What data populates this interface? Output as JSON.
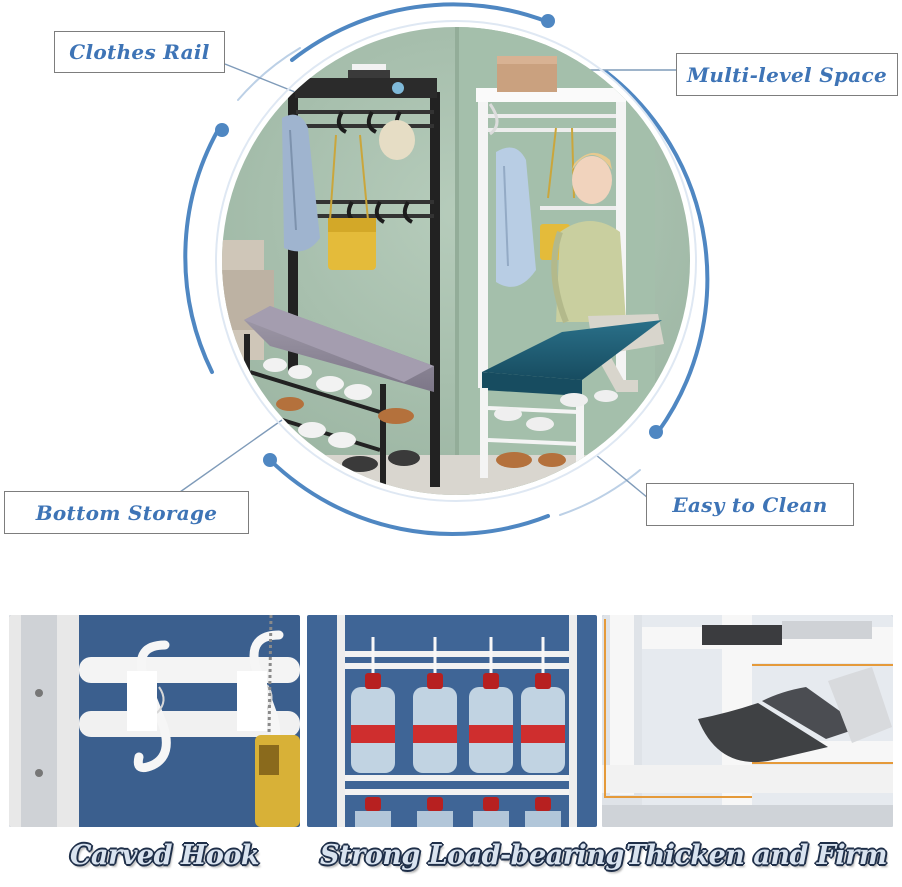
{
  "callouts": {
    "clothes_rail": "Clothes Rail",
    "multi_level_space": "Multi-level Space",
    "bottom_storage": "Bottom Storage",
    "easy_to_clean": "Easy to Clean"
  },
  "features": [
    {
      "caption": "Carved Hook"
    },
    {
      "caption": "Strong Load-bearing"
    },
    {
      "caption": "Thicken and Firm"
    }
  ],
  "colors": {
    "accent_blue": "#4f87c2",
    "label_text": "#3e74b6",
    "wall_green": "#a7bfae",
    "panel_blue": "#3b5f8e",
    "bench_grey": "#8f8a98",
    "bench_teal": "#1f5e74",
    "frame_black": "#222222",
    "frame_white": "#f4f4f4",
    "caption_fill": "#d9e3ef",
    "caption_outline": "#1f2f49"
  },
  "product_image_description_icons": [
    "circle-illustration",
    "hook-closeup",
    "bottle-load",
    "shoe-shelf"
  ]
}
